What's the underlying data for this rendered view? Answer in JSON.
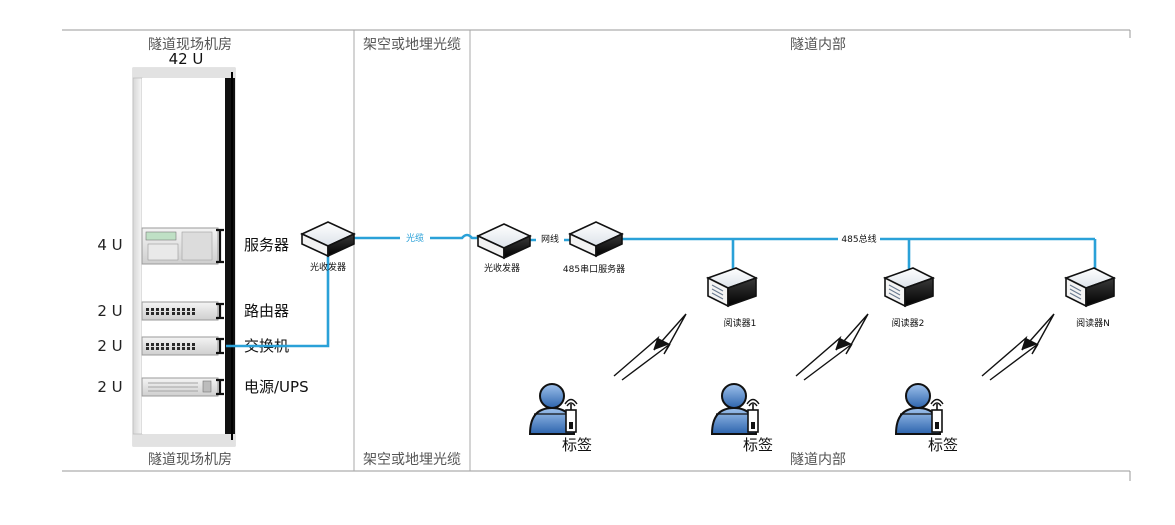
{
  "zones": {
    "machine_room": "隧道现场机房",
    "optical_route": "架空或地埋光缆",
    "tunnel_inside": "隧道内部"
  },
  "rack": {
    "title": "42 U",
    "units": [
      {
        "size": "4 U",
        "device": "服务器"
      },
      {
        "size": "2 U",
        "device": "路由器"
      },
      {
        "size": "2 U",
        "device": "交换机"
      },
      {
        "size": "2 U",
        "device": "电源/UPS"
      }
    ]
  },
  "network": {
    "transceiver_left": "光收发器",
    "cable_fiber": "光缆",
    "transceiver_right": "光收发器",
    "cable_net": "网线",
    "serial_server": "485串口服务器",
    "bus": "485总线",
    "readers": [
      "阅读器1",
      "阅读器2",
      "阅读器N"
    ],
    "tag_label": "标签"
  },
  "colors": {
    "cable": "#2aa1d8",
    "rack_dark": "#111111",
    "zone_line": "#9a9a9a",
    "person_blue": "#3f79c2"
  },
  "icons": {
    "transceiver": "network-box-icon",
    "reader": "reader-box-icon",
    "signal": "lightning-signal-icon",
    "tag": "person-tag-icon"
  }
}
